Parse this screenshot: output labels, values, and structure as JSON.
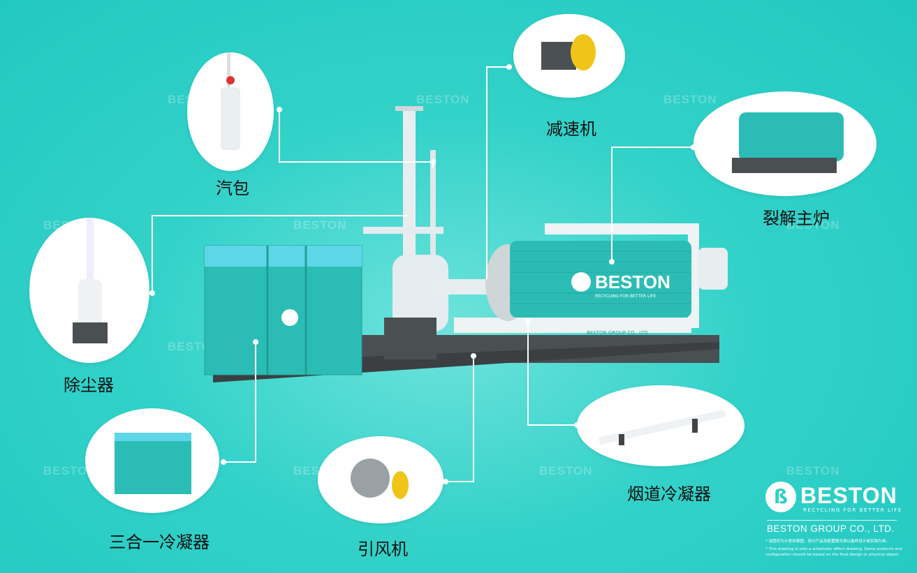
{
  "components": [
    {
      "id": "steam-drum",
      "label": "汽包"
    },
    {
      "id": "dust-remover",
      "label": "除尘器"
    },
    {
      "id": "three-in-one-condenser",
      "label": "三合一冷凝器"
    },
    {
      "id": "induced-draft-fan",
      "label": "引风机"
    },
    {
      "id": "speed-reducer",
      "label": "减速机"
    },
    {
      "id": "pyrolysis-reactor",
      "label": "裂解主炉"
    },
    {
      "id": "flue-condenser",
      "label": "烟道冷凝器"
    }
  ],
  "machine": {
    "brand_text": "BESTON",
    "slogan_text": "RECYCLING FOR BETTER LIFE",
    "side_text": "BESTON GROUP CO., LTD."
  },
  "watermark": "BESTON",
  "brand": {
    "logo_name": "BESTON",
    "tagline": "RECYCLING FOR BETTER LIFE",
    "company": "BESTON GROUP CO., LTD.",
    "note_cn": "* 该图仅为示意效果图，部分产品及配置情况请以最终设计或实物为准。",
    "note_en_1": "* This drawing is only a schematic effect drawing. Some products and",
    "note_en_2": "configuration should be based on the final design or physical object."
  },
  "colors": {
    "background": "#2fd0c8",
    "equipment": "#2bbdb5",
    "line": "#ffffff"
  }
}
